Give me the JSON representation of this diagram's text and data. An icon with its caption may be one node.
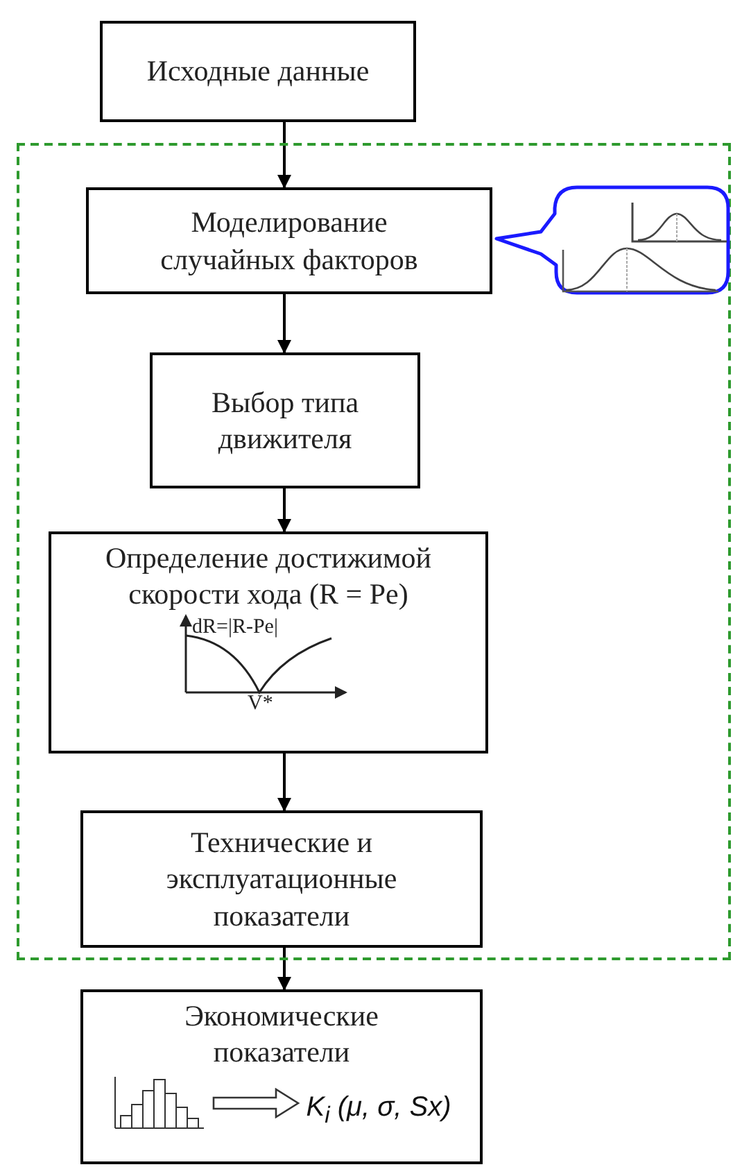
{
  "diagram": {
    "nodes": [
      {
        "text": [
          "Исходные данные"
        ]
      },
      {
        "text": [],
        "shape": "box"
      },
      {
        "text": [
          "Моделирование случайных факторов"
        ],
        "in": 1
      },
      {
        "text": [],
        "shape": "picture",
        "in": 1
      },
      {
        "text": [
          "Выбор типа движителя"
        ],
        "in": 1
      },
      {
        "text": [
          "Определение достижимой скорости хода (R = Pe)",
          "dR=|R-Pe|",
          "V*"
        ],
        "in": 1
      },
      {
        "text": [
          "Технические и эксплуатационные показатели"
        ],
        "in": 1
      },
      {
        "text": [
          "Экономические показатели",
          "K$_{i}$ (μ, σ, Sx)"
        ]
      }
    ],
    "edges": [
      {
        "from": 0,
        "to": 2,
        "arrow": "to"
      },
      {
        "from": 2,
        "to": 4,
        "arrow": "to"
      },
      {
        "from": 4,
        "to": 5,
        "arrow": "to"
      },
      {
        "from": 5,
        "to": 6,
        "arrow": "to"
      },
      {
        "from": 6,
        "to": 7,
        "arrow": "to"
      }
    ]
  }
}
